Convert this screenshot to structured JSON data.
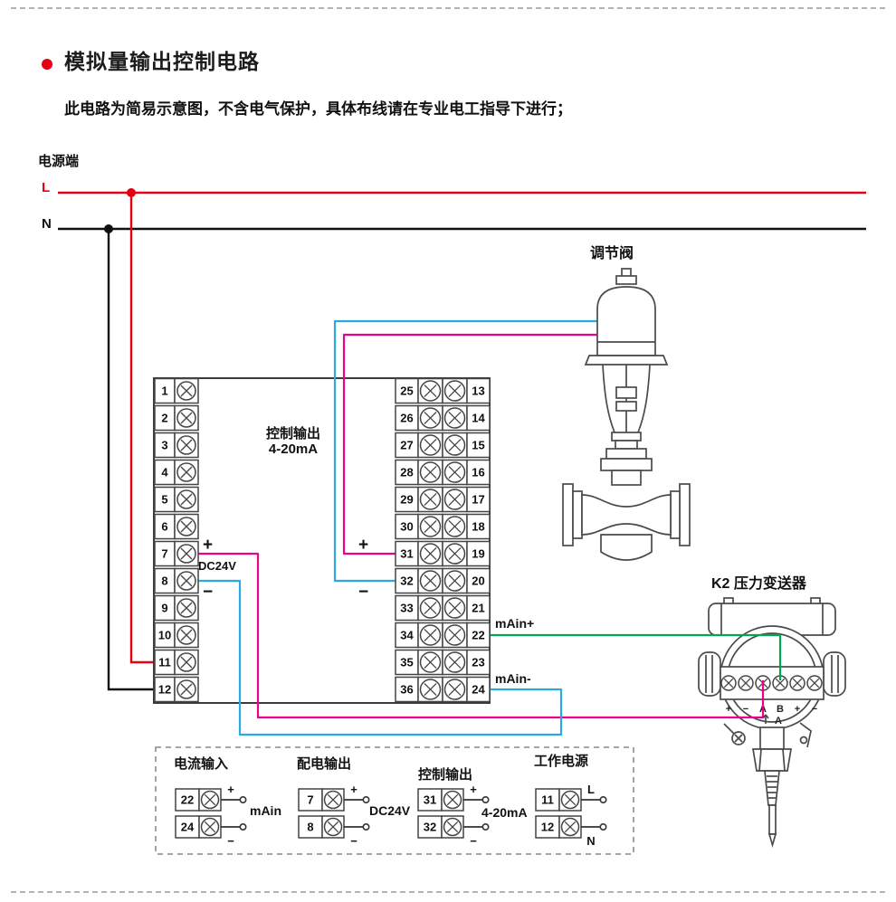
{
  "page": {
    "title": "模拟量输出控制电路",
    "subtitle": "此电路为简易示意图，不含电气保护，具体布线请在专业电工指导下进行；"
  },
  "power": {
    "label": "电源端",
    "l": "L",
    "n": "N"
  },
  "controller": {
    "left_terminals": [
      "1",
      "2",
      "3",
      "4",
      "5",
      "6",
      "7",
      "8",
      "9",
      "10",
      "11",
      "12"
    ],
    "mid_terminals": [
      "25",
      "26",
      "27",
      "28",
      "29",
      "30",
      "31",
      "32",
      "33",
      "34",
      "35",
      "36"
    ],
    "right_terminals": [
      "13",
      "14",
      "15",
      "16",
      "17",
      "18",
      "19",
      "20",
      "21",
      "22",
      "23",
      "24"
    ],
    "output_label": "控制输出",
    "output_range": "4-20mA",
    "dc_plus": "+",
    "dc_label": "DC24V",
    "dc_minus": "−",
    "out_plus": "+",
    "out_minus": "−",
    "ma_in_plus": "mAin+",
    "ma_in_minus": "mAin-"
  },
  "valve": {
    "label": "调节阀"
  },
  "transmitter": {
    "label": "K2 压力变送器",
    "terminal_labels": [
      "+",
      "−",
      "A",
      "B",
      "+",
      "−"
    ],
    "pointer_label": "A"
  },
  "legend": {
    "sections": [
      {
        "title": "电流输入",
        "center": "mAin",
        "rows": [
          {
            "num": "22",
            "tag": "+"
          },
          {
            "num": "24",
            "tag": "−"
          }
        ]
      },
      {
        "title": "配电输出",
        "center": "DC24V",
        "rows": [
          {
            "num": "7",
            "tag": "+"
          },
          {
            "num": "8",
            "tag": "−"
          }
        ]
      },
      {
        "title": "控制输出",
        "center": "4-20mA",
        "rows": [
          {
            "num": "31",
            "tag": "+"
          },
          {
            "num": "32",
            "tag": "−"
          }
        ]
      },
      {
        "title": "工作电源",
        "center": "",
        "rows": [
          {
            "num": "11",
            "tag": "L"
          },
          {
            "num": "12",
            "tag": "N"
          }
        ]
      }
    ]
  },
  "colors": {
    "l_line": "#e60012",
    "n_line": "#111111",
    "wire_blue": "#29abe2",
    "wire_magenta": "#ec008c",
    "wire_green": "#00a651"
  }
}
